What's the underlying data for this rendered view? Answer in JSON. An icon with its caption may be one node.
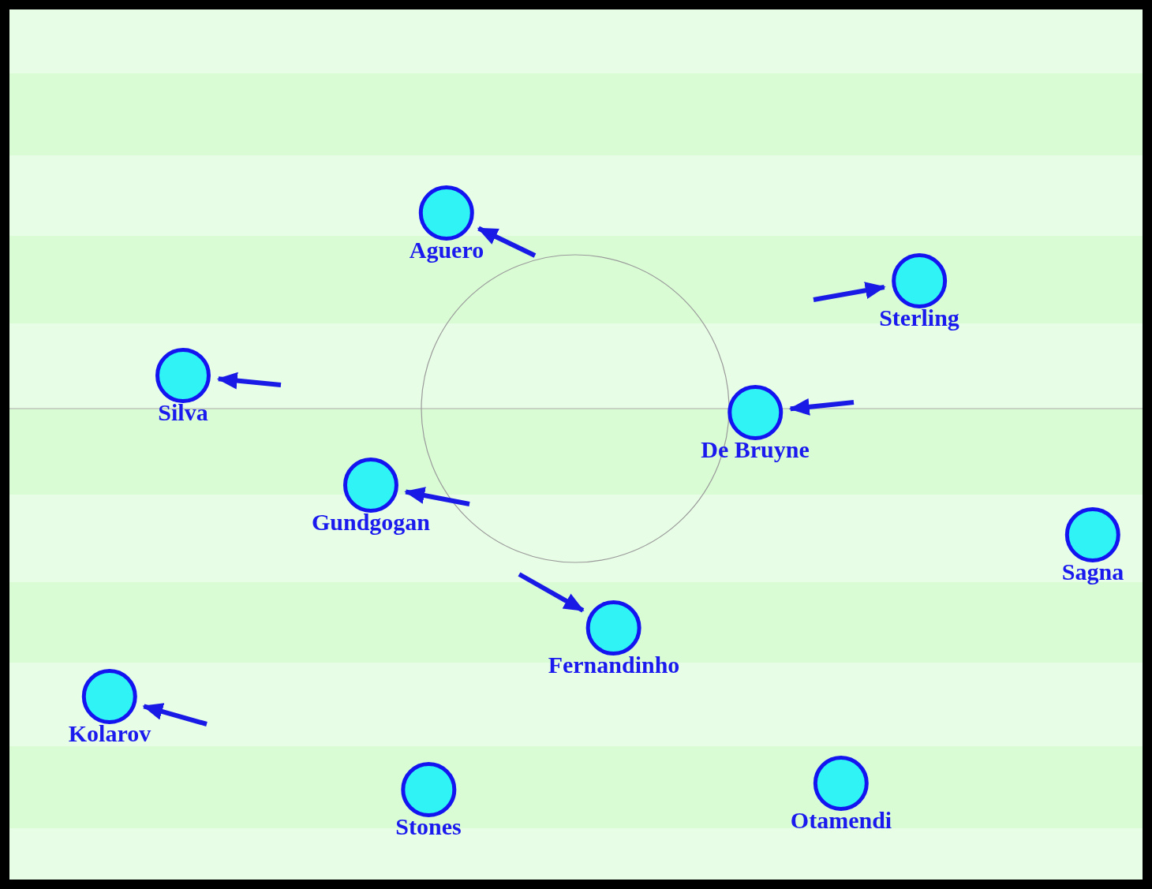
{
  "diagram": {
    "nodes": [
      {
        "text": [
          "Aguero"
        ]
      },
      {
        "text": [
          "Sterling"
        ]
      },
      {
        "text": [
          "Silva"
        ]
      },
      {
        "text": [
          "De Bruyne"
        ]
      },
      {
        "text": [
          "Gundgogan"
        ]
      },
      {
        "text": [
          "Sagna"
        ]
      },
      {
        "text": [
          "Fernandinho"
        ]
      },
      {
        "text": [
          "Kolarov"
        ]
      },
      {
        "text": [
          "Stones"
        ]
      },
      {
        "text": [
          "Otamendi"
        ]
      }
    ],
    "edges": [
      {
        "from": null,
        "to": 0,
        "arrow": "to"
      },
      {
        "from": null,
        "to": 1,
        "arrow": "to"
      },
      {
        "from": null,
        "to": 2,
        "arrow": "to"
      },
      {
        "from": null,
        "to": 3,
        "arrow": "to"
      },
      {
        "from": null,
        "to": 4,
        "arrow": "to"
      },
      {
        "from": null,
        "to": 6,
        "arrow": "to"
      },
      {
        "from": null,
        "to": 7,
        "arrow": "to"
      }
    ]
  }
}
